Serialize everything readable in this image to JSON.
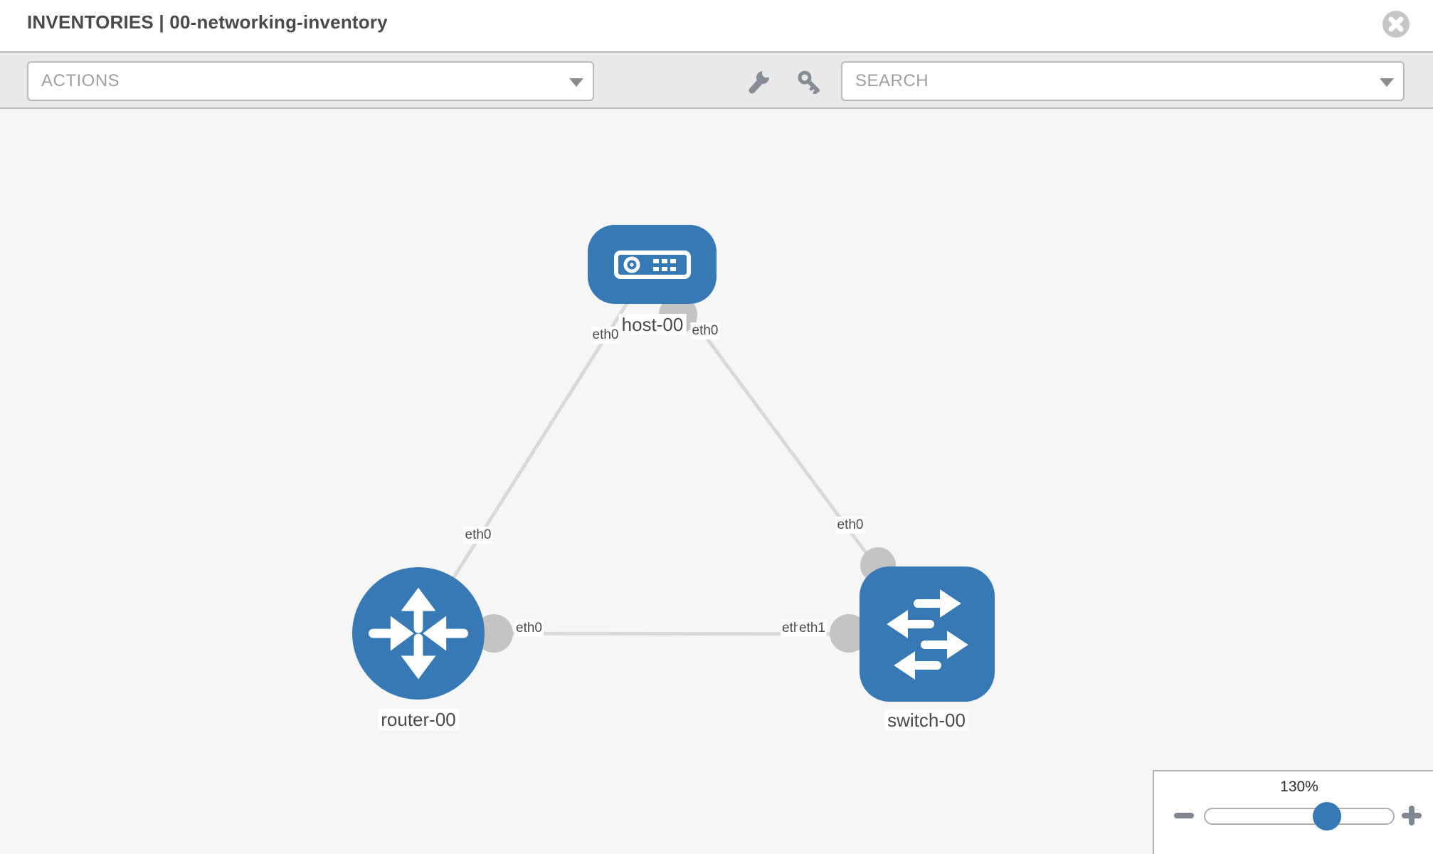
{
  "header": {
    "title": "INVENTORIES | 00-networking-inventory"
  },
  "toolbar": {
    "actions_dropdown": {
      "label": "ACTIONS"
    },
    "search_box": {
      "label": "SEARCH"
    },
    "tools": [
      {
        "icon": "wrench-icon"
      },
      {
        "icon": "key-icon"
      }
    ]
  },
  "topology": {
    "nodes": [
      {
        "id": "host-00",
        "type": "host",
        "shape": "rounded-rectangle",
        "label": "host-00"
      },
      {
        "id": "router-00",
        "type": "router",
        "shape": "circle",
        "label": "router-00"
      },
      {
        "id": "switch-00",
        "type": "switch",
        "shape": "rounded-square",
        "label": "switch-00"
      }
    ],
    "links": [
      {
        "from": "host-00",
        "from_interface": "eth0",
        "to": "router-00",
        "to_interface": "eth0"
      },
      {
        "from": "host-00",
        "from_interface": "eth0",
        "to": "switch-00",
        "to_interface": "eth0"
      },
      {
        "from": "router-00",
        "from_interface": "eth0",
        "to": "switch-00",
        "to_interface": "eth1",
        "to_interface_overlapped": "eth1"
      }
    ],
    "colors": {
      "node_blue": "#3779b5",
      "link_gray": "#d9d9d9",
      "interface_dot_gray": "#c4c4c4",
      "label_text": "#4a4a4a"
    }
  },
  "zoom_control": {
    "level": "130%",
    "percent": 130
  }
}
